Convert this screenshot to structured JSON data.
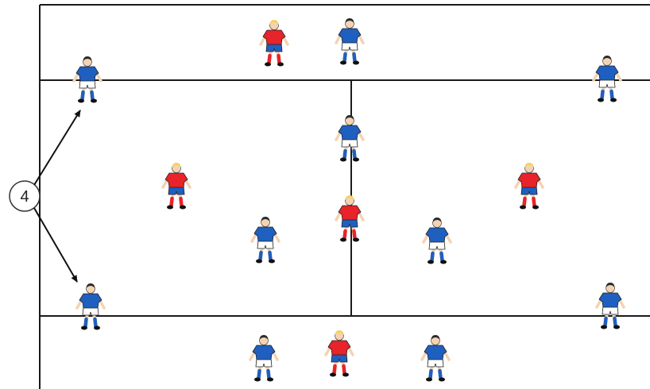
{
  "callout": {
    "label": "4"
  },
  "colors": {
    "line": "#1a1a1a",
    "blue_shirt": "#1f5fbf",
    "red_shirt": "#e8232a",
    "blue_shorts_team_a": "#ffffff",
    "blue_shorts_team_b": "#1f5fbf",
    "red_shorts": "#1f5fbf",
    "skin": "#f3d3b3",
    "dark_hair": "#2a2a2a",
    "blond_hair": "#f2d35b",
    "socks_blue_team": "#1f5fbf",
    "socks_red_team": "#e8232a",
    "boots": "#111111"
  },
  "players": [
    {
      "id": "top-red",
      "team": "red",
      "icon": "player-red-icon"
    },
    {
      "id": "top-blue",
      "team": "blue",
      "icon": "player-blue-icon"
    },
    {
      "id": "upper-left-blue",
      "team": "blue",
      "icon": "player-blue-icon"
    },
    {
      "id": "upper-right-blue",
      "team": "blue",
      "icon": "player-blue-icon"
    },
    {
      "id": "center-upper-blue",
      "team": "blue",
      "icon": "player-blue-icon"
    },
    {
      "id": "mid-left-red",
      "team": "red",
      "icon": "player-red-icon"
    },
    {
      "id": "mid-right-red",
      "team": "red",
      "icon": "player-red-icon"
    },
    {
      "id": "center-red",
      "team": "red",
      "icon": "player-red-icon"
    },
    {
      "id": "inner-left-blue",
      "team": "blue",
      "icon": "player-blue-icon"
    },
    {
      "id": "inner-right-blue",
      "team": "blue",
      "icon": "player-blue-icon"
    },
    {
      "id": "lower-left-blue",
      "team": "blue",
      "icon": "player-blue-icon"
    },
    {
      "id": "lower-right-blue",
      "team": "blue",
      "icon": "player-blue-icon"
    },
    {
      "id": "bottom-left-blue",
      "team": "blue",
      "icon": "player-blue-icon"
    },
    {
      "id": "bottom-red",
      "team": "red",
      "icon": "player-red-icon"
    },
    {
      "id": "bottom-right-blue",
      "team": "blue",
      "icon": "player-blue-icon"
    }
  ]
}
